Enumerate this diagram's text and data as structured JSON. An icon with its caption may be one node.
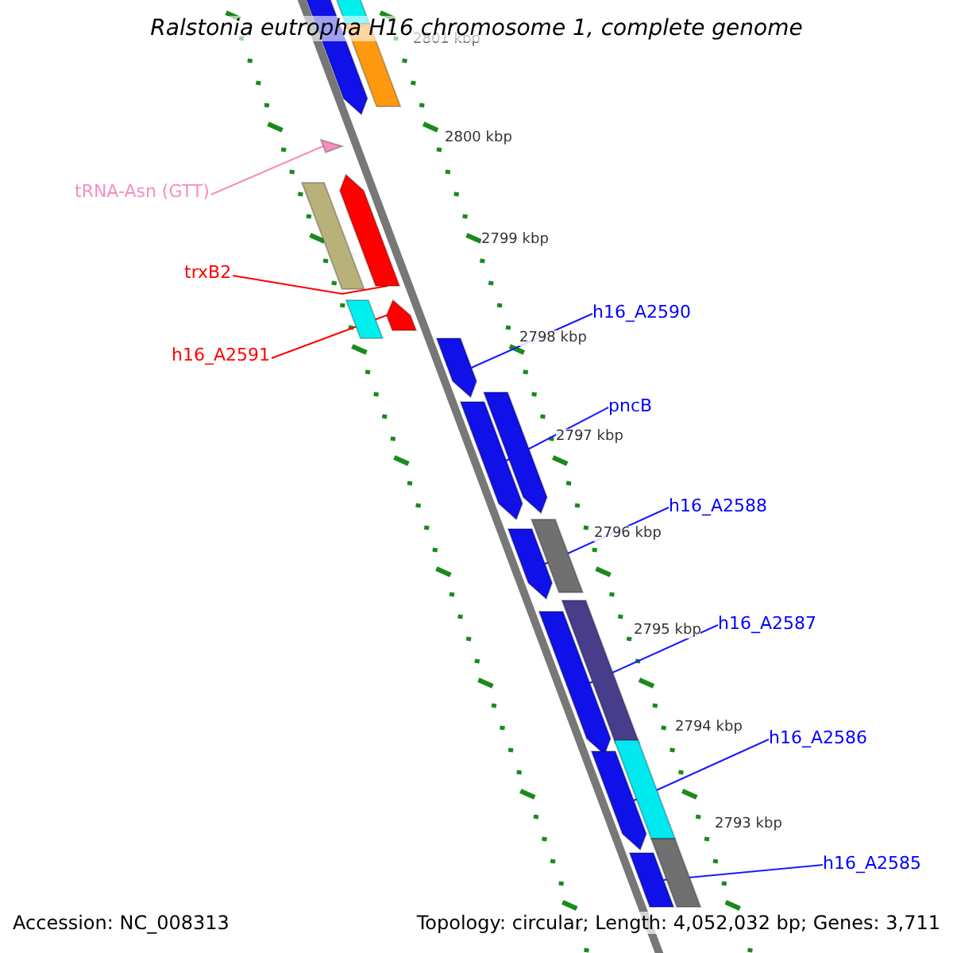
{
  "diagram": {
    "title": "Ralstonia eutropha H16 chromosome 1, complete genome",
    "nodes": [
      {
        "text": [],
        "shape": "arrow"
      },
      {
        "text": [],
        "shape": "bar"
      },
      {
        "text": [],
        "shape": "bar"
      },
      {
        "text": [
          "tRNA-Asn (GTT)"
        ]
      },
      {
        "text": [],
        "shape": "triangle"
      },
      {
        "text": [],
        "shape": "bar"
      },
      {
        "text": [
          "trxB2"
        ]
      },
      {
        "text": [],
        "shape": "arrow"
      },
      {
        "text": [
          "h16_A2591"
        ]
      },
      {
        "text": [],
        "shape": "bar"
      },
      {
        "text": [],
        "shape": "arrow"
      },
      {
        "text": [
          "h16_A2590"
        ]
      },
      {
        "text": [],
        "shape": "arrow"
      },
      {
        "text": [
          "pncB"
        ]
      },
      {
        "text": [],
        "shape": "arrow"
      },
      {
        "text": [],
        "shape": "arrow"
      },
      {
        "text": [
          "h16_A2588"
        ]
      },
      {
        "text": [],
        "shape": "arrow"
      },
      {
        "text": [],
        "shape": "bar"
      },
      {
        "text": [
          "h16_A2587"
        ]
      },
      {
        "text": [],
        "shape": "arrow"
      },
      {
        "text": [],
        "shape": "bar"
      },
      {
        "text": [
          "h16_A2586"
        ]
      },
      {
        "text": [],
        "shape": "arrow"
      },
      {
        "text": [],
        "shape": "bar"
      },
      {
        "text": [],
        "shape": "bar"
      },
      {
        "text": [
          "h16_A2585"
        ]
      },
      {
        "text": [],
        "shape": "arrow"
      }
    ],
    "edges": [
      {
        "from": 3,
        "to": 4,
        "arrow": "none",
        "color": "#f48fc0"
      },
      {
        "from": 6,
        "to": 7,
        "arrow": "none",
        "color": "#ff0000"
      },
      {
        "from": 8,
        "to": 10,
        "arrow": "none",
        "color": "#ff0000"
      },
      {
        "from": 11,
        "to": 12,
        "arrow": "none"
      },
      {
        "from": 13,
        "to": 14,
        "arrow": "none"
      },
      {
        "from": 16,
        "to": 17,
        "arrow": "none"
      },
      {
        "from": 19,
        "to": 20,
        "arrow": "none"
      },
      {
        "from": 22,
        "to": 23,
        "arrow": "none"
      },
      {
        "from": 26,
        "to": 27,
        "arrow": "none"
      }
    ],
    "labels": [
      "2801 kbp",
      "2800 kbp",
      "2799 kbp",
      "2798 kbp",
      "2797 kbp",
      "2796 kbp",
      "2795 kbp",
      "2794 kbp",
      "2793 kbp",
      "Accession: NC_008313",
      "Topology: circular; Length: 4,052,032 bp; Genes: 3,711"
    ]
  }
}
